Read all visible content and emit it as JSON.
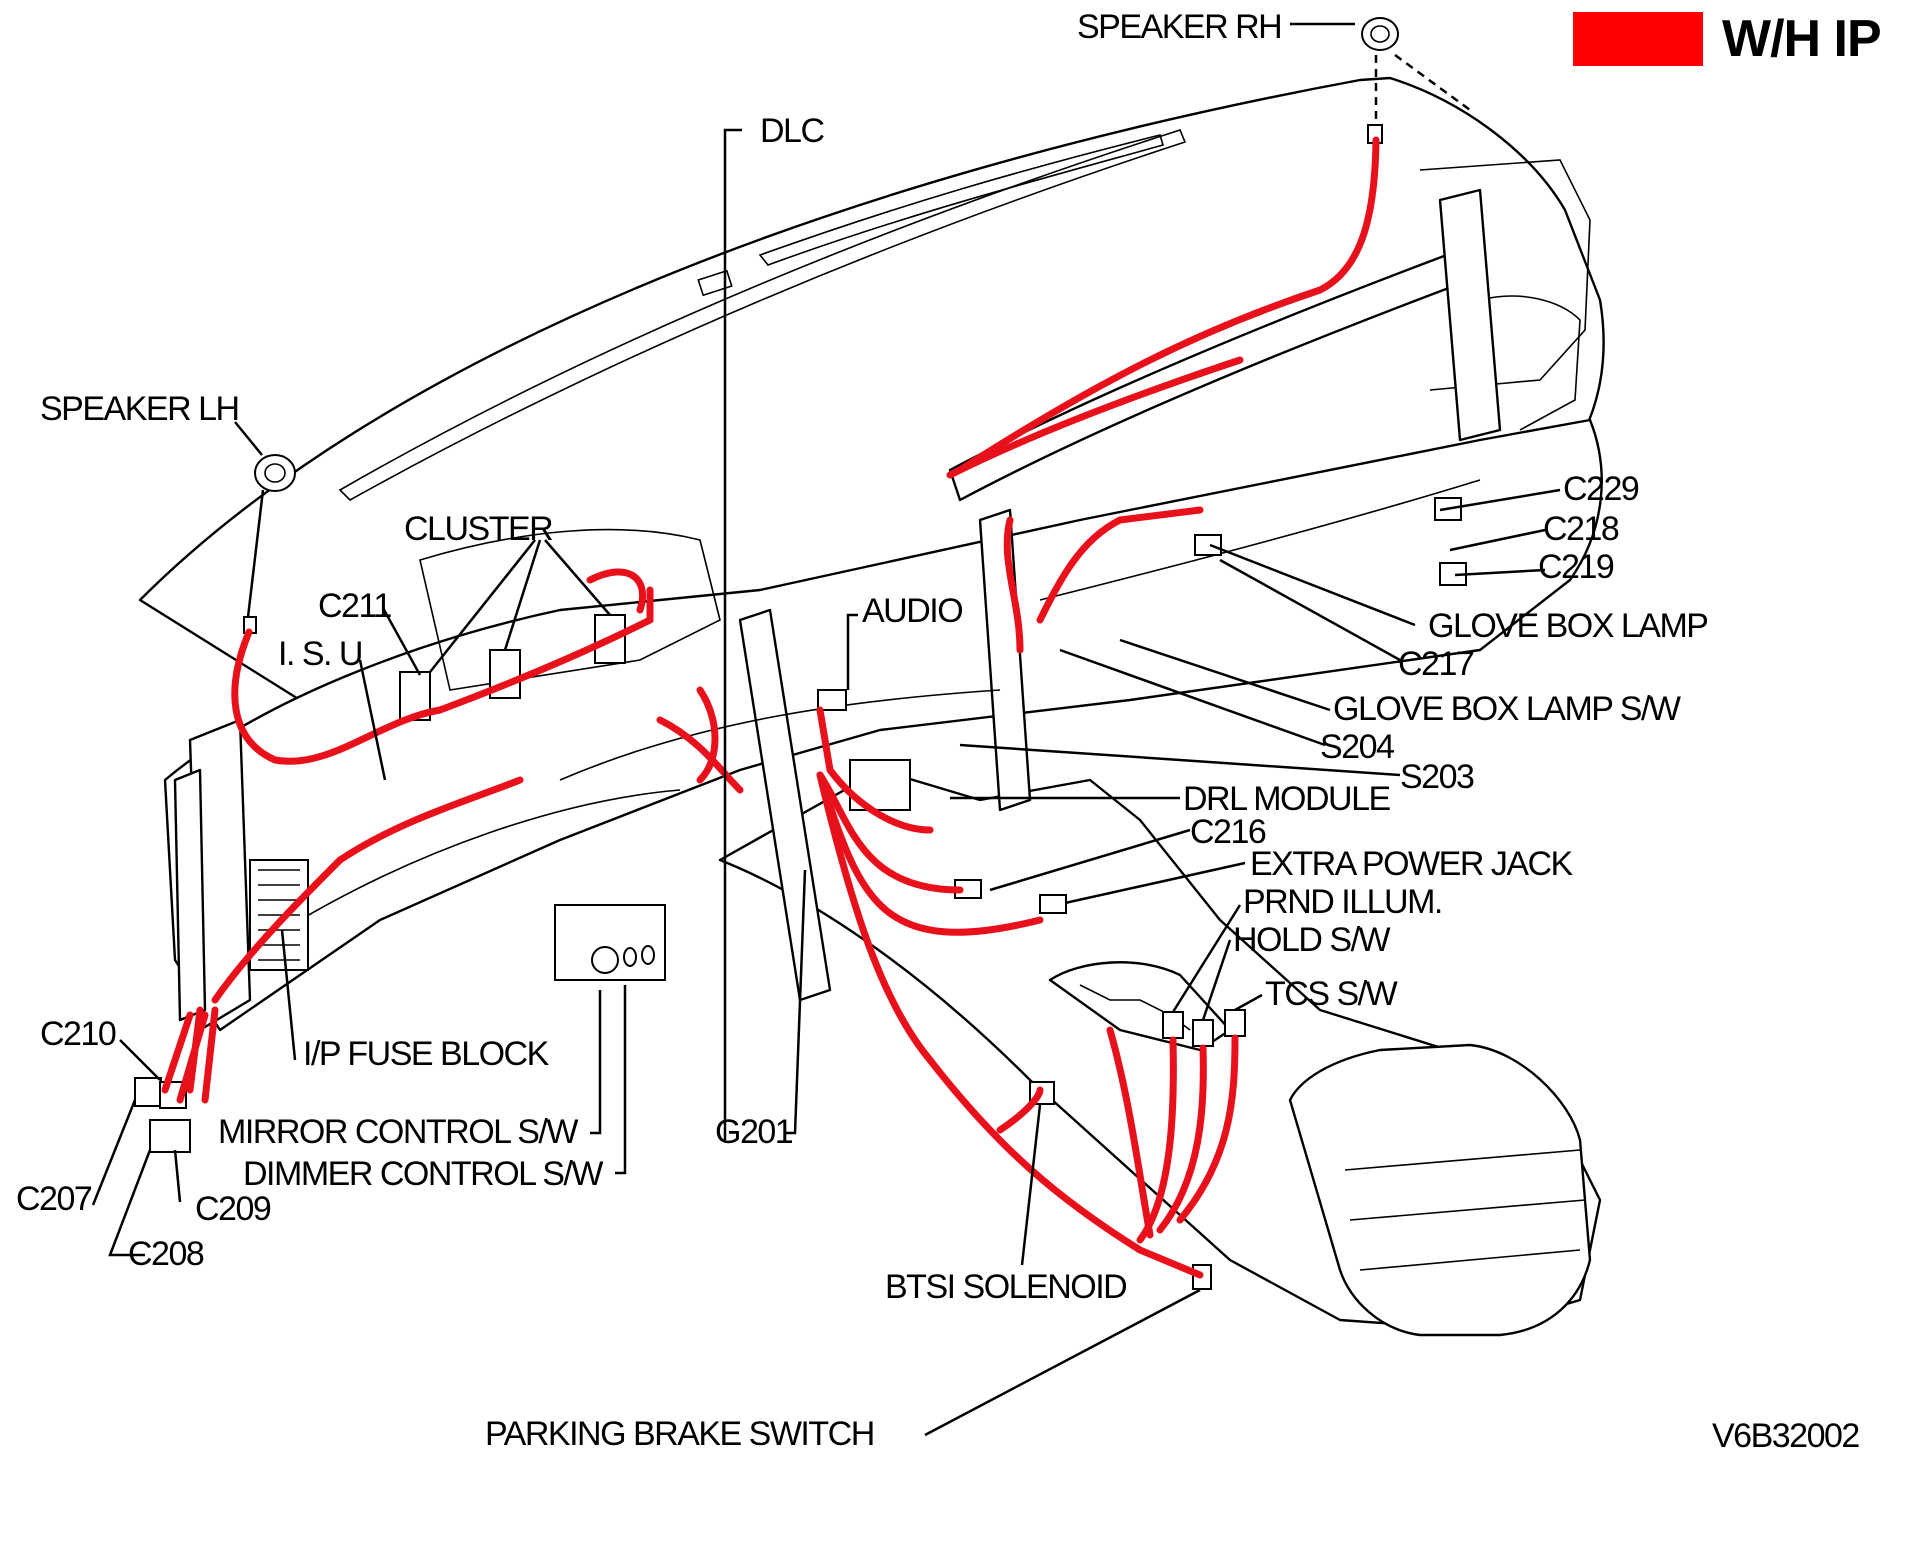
{
  "legend": {
    "label": "W/H IP",
    "swatch_color": "#ff0000"
  },
  "drawing_code": "V6B32002",
  "wire_color": "#e8111b",
  "labels": {
    "speaker_rh": "SPEAKER RH",
    "dlc": "DLC",
    "speaker_lh": "SPEAKER LH",
    "cluster": "CLUSTER",
    "c211": "C211",
    "isu": "I. S. U",
    "audio": "AUDIO",
    "c229": "C229",
    "c218": "C218",
    "c219": "C219",
    "glove_box_lamp": "GLOVE BOX LAMP",
    "c217": "C217",
    "glove_box_lamp_sw": "GLOVE BOX LAMP S/W",
    "s204": "S204",
    "s203": "S203",
    "drl_module": "DRL MODULE",
    "c216": "C216",
    "extra_power_jack": "EXTRA POWER JACK",
    "prnd_illum": "PRND ILLUM.",
    "hold_sw": "HOLD S/W",
    "tcs_sw": "TCS S/W",
    "c210": "C210",
    "ip_fuse_block": "I/P FUSE BLOCK",
    "mirror_control_sw": "MIRROR CONTROL S/W",
    "dimmer_control_sw": "DIMMER CONTROL S/W",
    "g201": "G201",
    "c207": "C207",
    "c209": "C209",
    "c208": "C208",
    "btsi_solenoid": "BTSI SOLENOID",
    "parking_brake_switch": "PARKING BRAKE SWITCH"
  }
}
